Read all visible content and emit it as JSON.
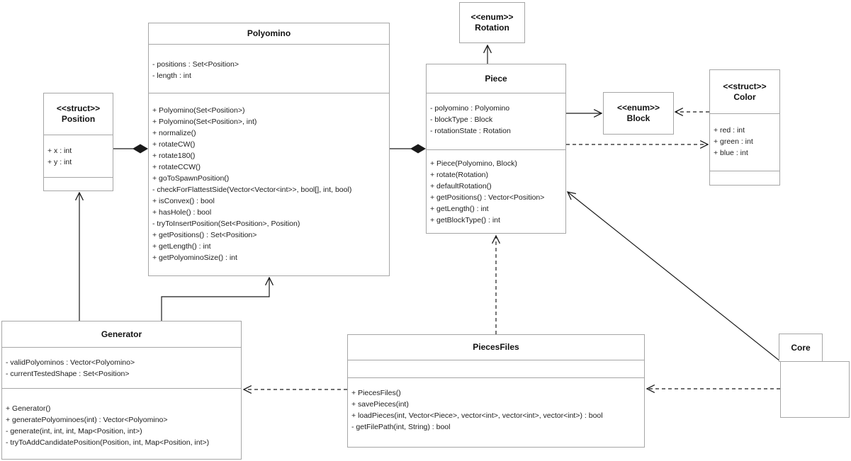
{
  "diagram_type": "UML class diagram",
  "colors": {
    "background": "#ffffff",
    "box_fill": "#ffffff",
    "box_border": "#a6a6a6",
    "line": "#1a1a1a",
    "text": "#1c1c1c"
  },
  "classes": {
    "polyomino": {
      "name": "Polyomino",
      "attributes": [
        "- positions : Set<Position>",
        "- length : int"
      ],
      "methods": [
        "+ Polyomino(Set<Position>)",
        "+ Polyomino(Set<Position>, int)",
        "+ normalize()",
        "+ rotateCW()",
        "+ rotate180()",
        "+ rotateCCW()",
        "+ goToSpawnPosition()",
        "- checkForFlattestSide(Vector<Vector<int>>, bool[], int, bool)",
        "+ isConvex() : bool",
        "+ hasHole() : bool",
        "- tryToInsertPosition(Set<Position>, Position)",
        "+ getPositions() : Set<Position>",
        "+ getLength() : int",
        "+ getPolyominoSize() : int"
      ]
    },
    "rotation": {
      "stereotype": "<<enum>>",
      "name": "Rotation"
    },
    "piece": {
      "name": "Piece",
      "attributes": [
        "- polyomino : Polyomino",
        "- blockType : Block",
        "- rotationState : Rotation"
      ],
      "methods": [
        "+ Piece(Polyomino, Block)",
        "+ rotate(Rotation)",
        "+ defaultRotation()",
        "+ getPositions() : Vector<Position>",
        "+ getLength() : int",
        "+ getBlockType() : int"
      ]
    },
    "block": {
      "stereotype": "<<enum>>",
      "name": "Block"
    },
    "color": {
      "stereotype": "<<struct>>",
      "name": "Color",
      "attributes": [
        "+ red : int",
        "+ green : int",
        "+ blue : int"
      ]
    },
    "position": {
      "stereotype": "<<struct>>",
      "name": "Position",
      "attributes": [
        "+ x : int",
        "+ y : int"
      ]
    },
    "generator": {
      "name": "Generator",
      "attributes": [
        "- validPolyominos : Vector<Polyomino>",
        "- currentTestedShape : Set<Position>"
      ],
      "methods": [
        "+ Generator()",
        "+ generatePolyominoes(int) : Vector<Polyomino>",
        "- generate(int, int, int, Map<Position, int>)",
        "- tryToAddCandidatePosition(Position, int, Map<Position, int>)"
      ]
    },
    "pieces_files": {
      "name": "PiecesFiles",
      "methods": [
        "+ PiecesFiles()",
        "+ savePieces(int)",
        "+ loadPieces(int, Vector<Piece>, vector<int>, vector<int>, vector<int>) : bool",
        "- getFilePath(int, String) : bool"
      ]
    },
    "core": {
      "name": "Core",
      "shape": "package"
    }
  },
  "relationships": [
    {
      "from": "Piece",
      "to": "Rotation",
      "type": "directed association",
      "line": "solid",
      "end": "open arrow"
    },
    {
      "from": "Piece",
      "to": "Block",
      "type": "directed association",
      "line": "solid",
      "end": "open arrow"
    },
    {
      "from": "Color",
      "to": "Block",
      "type": "dependency",
      "line": "dashed",
      "end": "open arrow"
    },
    {
      "from": "Piece",
      "to": "Color",
      "type": "dependency",
      "line": "dashed",
      "end": "open arrow"
    },
    {
      "from": "Piece",
      "to": "Polyomino",
      "type": "composition",
      "line": "solid",
      "end": "filled diamond at Piece"
    },
    {
      "from": "Polyomino",
      "to": "Position",
      "type": "composition",
      "line": "solid",
      "end": "filled diamond at Polyomino"
    },
    {
      "from": "Generator",
      "to": "Position",
      "type": "directed association",
      "line": "solid",
      "end": "open arrow"
    },
    {
      "from": "Generator",
      "to": "Polyomino",
      "type": "directed association",
      "line": "solid",
      "end": "open arrow"
    },
    {
      "from": "PiecesFiles",
      "to": "Piece",
      "type": "dependency",
      "line": "dashed",
      "end": "open arrow"
    },
    {
      "from": "PiecesFiles",
      "to": "Generator",
      "type": "dependency",
      "line": "dashed",
      "end": "open arrow"
    },
    {
      "from": "Core",
      "to": "PiecesFiles",
      "type": "dependency",
      "line": "dashed",
      "end": "open arrow"
    },
    {
      "from": "Core",
      "to": "Piece",
      "type": "directed association",
      "line": "solid",
      "end": "open arrow"
    }
  ]
}
